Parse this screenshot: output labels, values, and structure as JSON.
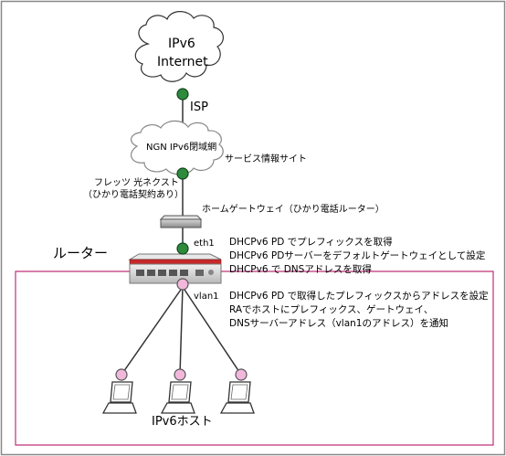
{
  "labels": {
    "internet_line1": "IPv6",
    "internet_line2": "Internet",
    "isp": "ISP",
    "ngn": "NGN IPv6閉域網",
    "service_site": "サービス情報サイト",
    "flets_line1": "フレッツ 光ネクスト",
    "flets_line2": "（ひかり電話契約あり）",
    "home_gateway": "ホームゲートウェイ（ひかり電話ルーター）",
    "router": "ルーター",
    "eth1": "eth1",
    "vlan1": "vlan1",
    "hosts": "IPv6ホスト"
  },
  "eth1_notes": [
    "DHCPv6 PD でプレフィックスを取得",
    "DHCPv6 PDサーバーをデフォルトゲートウェイとして設定",
    "DHCPv6 で DNSアドレスを取得"
  ],
  "vlan1_notes": [
    "DHCPv6 PD で取得したプレフィックスからアドレスを設定",
    "RAでホストにプレフィックス、ゲートウェイ、",
    "DNSサーバーアドレス（vlan1のアドレス）を通知"
  ],
  "colors": {
    "interface_dot": "#2e8b3c",
    "host_dot": "#f2b8dc",
    "lan_boundary": "#c0307a",
    "router_body": "#d8d8d8",
    "router_stripe": "#c8282a"
  }
}
